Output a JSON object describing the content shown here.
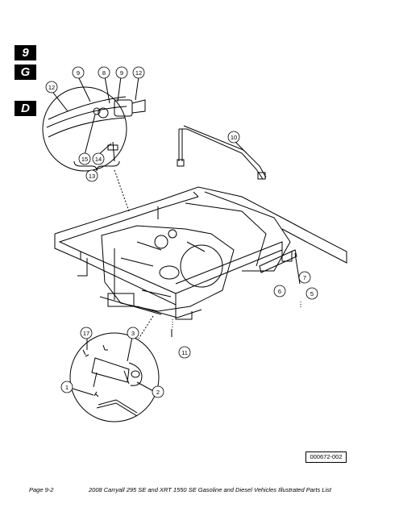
{
  "section_tabs": [
    "9",
    "G",
    "D"
  ],
  "callouts": {
    "c12a": "12",
    "c9a": "9",
    "c8": "8",
    "c9b": "9",
    "c12b": "12",
    "c15": "15",
    "c14": "14",
    "c13": "13",
    "c10": "10",
    "c7": "7",
    "c6": "6",
    "c5": "5",
    "c11": "11",
    "c17": "17",
    "c3": "3",
    "c1": "1",
    "c2": "2"
  },
  "figure_ref": "000672-002",
  "footer": {
    "page": "Page 9-2",
    "title": "2008 Carryall 295 SE and XRT 1550 SE Gasoline and Diesel Vehicles Illustrated Parts List"
  }
}
